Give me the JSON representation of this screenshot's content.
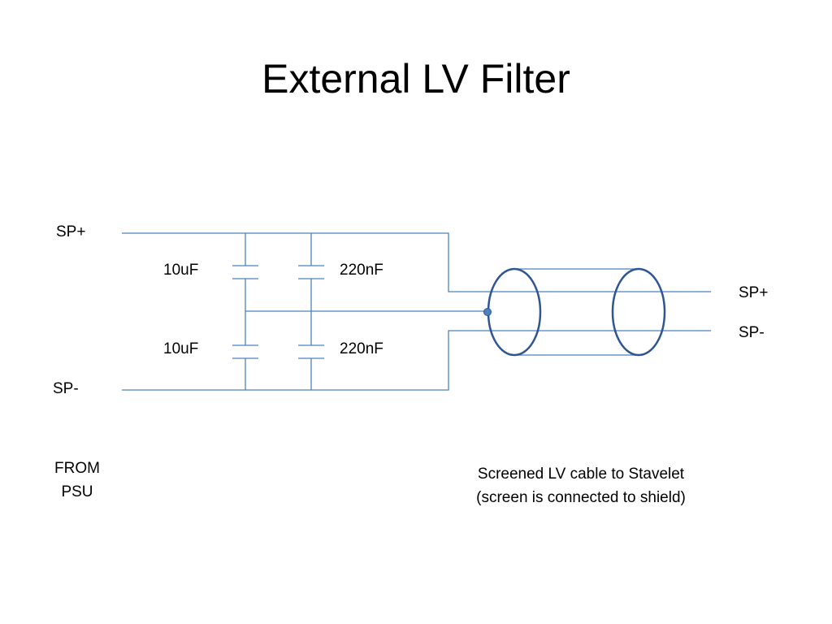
{
  "title": "External LV Filter",
  "input_labels": {
    "sp_plus": "SP+",
    "sp_minus": "SP-"
  },
  "output_labels": {
    "sp_plus": "SP+",
    "sp_minus": "SP-"
  },
  "capacitors": {
    "top_left": "10uF",
    "top_right": "220nF",
    "bottom_left": "10uF",
    "bottom_right": "220nF"
  },
  "source_note": {
    "line1": "FROM",
    "line2": "PSU"
  },
  "cable_note": {
    "line1": "Screened LV cable to Stavelet",
    "line2": "(screen is connected to shield)"
  },
  "colors": {
    "wire": "#4f81bd",
    "cable": "#2e5594"
  }
}
